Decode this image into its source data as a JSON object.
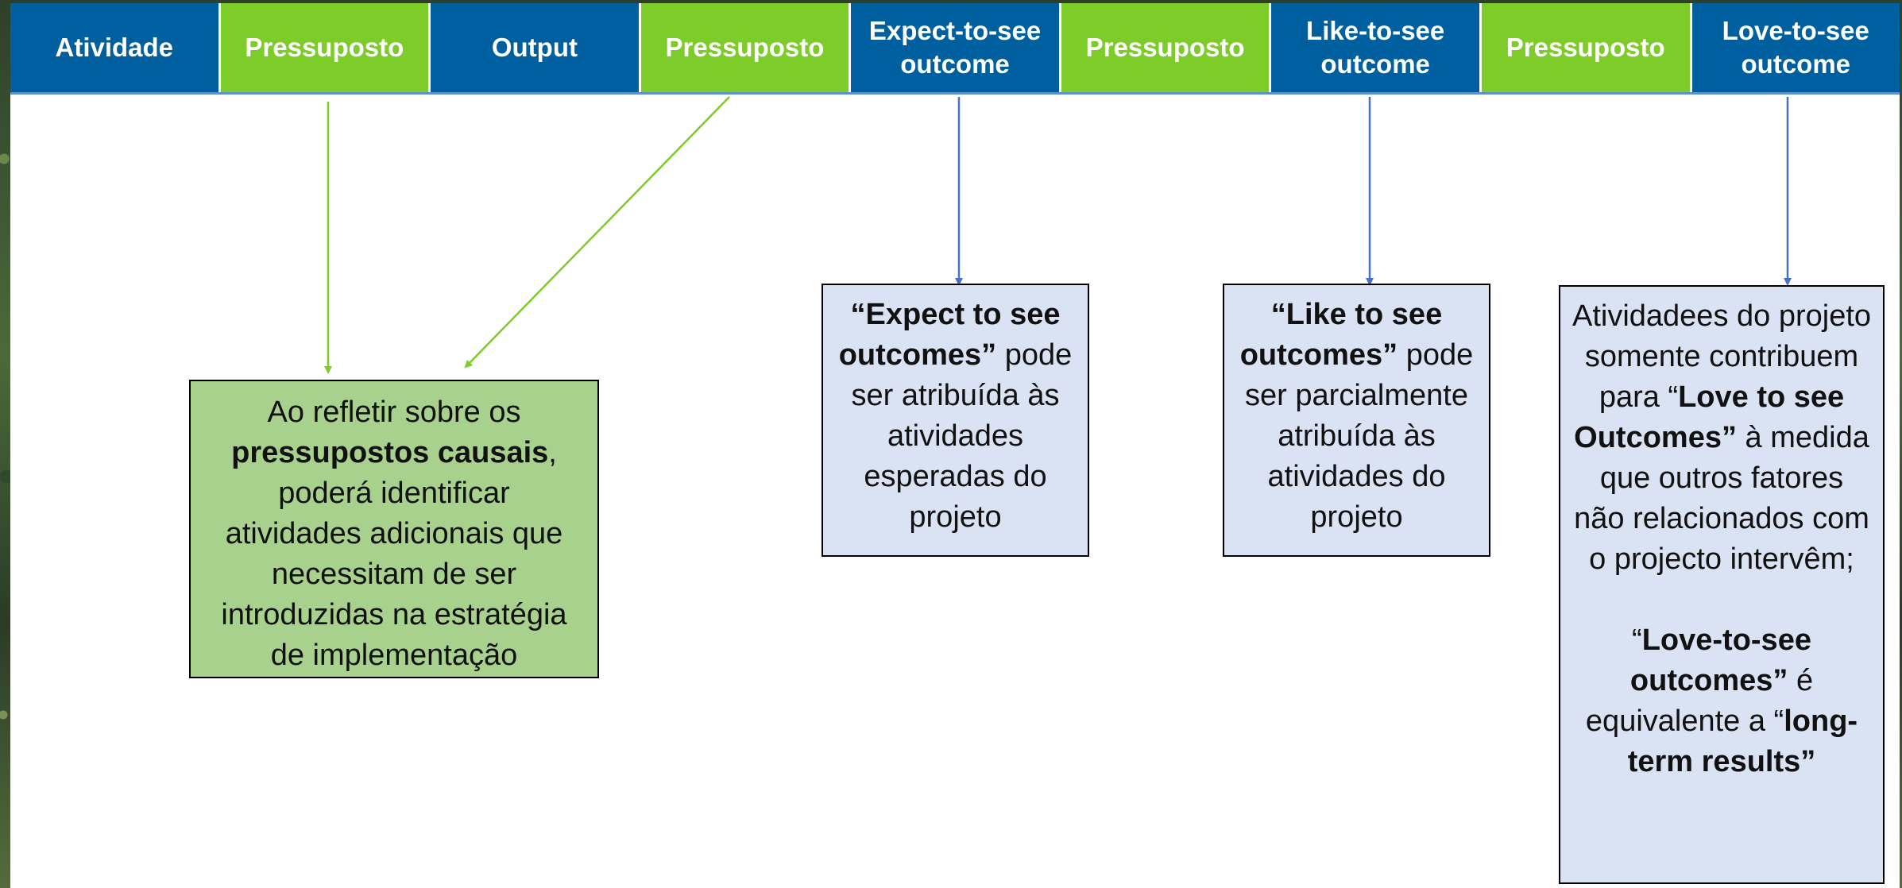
{
  "header": {
    "cells": [
      {
        "label": "Atividade",
        "color": "#005f9e"
      },
      {
        "label": "Pressuposto",
        "color": "#7dcc2a"
      },
      {
        "label": "Output",
        "color": "#005f9e"
      },
      {
        "label": "Pressuposto",
        "color": "#7dcc2a"
      },
      {
        "label": "Expect-to-see\noutcome",
        "color": "#005f9e"
      },
      {
        "label": "Pressuposto",
        "color": "#7dcc2a"
      },
      {
        "label": "Like-to-see\noutcome",
        "color": "#005f9e"
      },
      {
        "label": "Pressuposto",
        "color": "#7dcc2a"
      },
      {
        "label": "Love-to-see\noutcome",
        "color": "#005f9e"
      }
    ]
  },
  "boxes": {
    "assumptions": {
      "t1": "Ao refletir sobre os",
      "b1": "pressupostos causais",
      "t2": ", poderá identificar atividades adicionais que necessitam de ser introduzidas na estratégia de implementação",
      "color": "#a9d18e"
    },
    "expect": {
      "b1": "“Expect to see outcomes”",
      "t1": " pode ser atribuída às atividades esperadas do projeto",
      "color": "#dae3f3"
    },
    "like": {
      "b1": "“Like to see outcomes”",
      "t1": " pode ser parcialmente atribuída às atividades do projeto",
      "color": "#dae3f3"
    },
    "love": {
      "t1": "Atividadees do projeto somente contribuem para “",
      "b1": "Love to see Outcomes”",
      "t2": " à medida que outros fatores não relacionados com o projecto intervêm;",
      "t3": "“",
      "b2": "Love-to-see outcomes”",
      "t4": " é equivalente a “",
      "b3": "long-term results”",
      "color": "#dae3f3"
    }
  },
  "colors": {
    "arrow_green": "#7dcc2a",
    "arrow_blue": "#4472c4"
  }
}
